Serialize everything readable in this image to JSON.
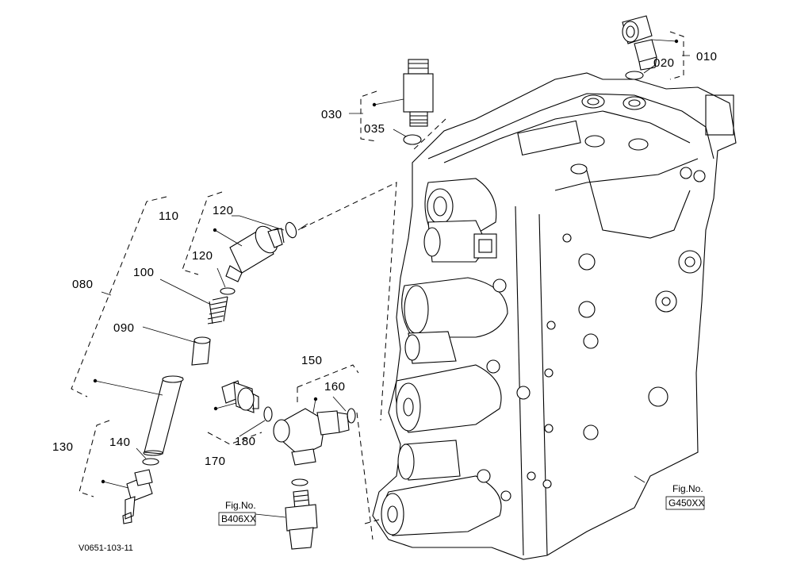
{
  "labels": {
    "p010": "010",
    "p020": "020",
    "p030": "030",
    "p035": "035",
    "p080": "080",
    "p090": "090",
    "p100": "100",
    "p110": "110",
    "p120a": "120",
    "p120b": "120",
    "p130": "130",
    "p140": "140",
    "p150": "150",
    "p160": "160",
    "p170": "170",
    "p180": "180"
  },
  "refs": {
    "left_line1": "Fig.No.",
    "left_line2": "B406XX",
    "right_line1": "Fig.No.",
    "right_line2": "G450XX"
  },
  "drawing_code": "V0651-103-11",
  "colors": {
    "line": "#000000",
    "background": "#ffffff"
  }
}
